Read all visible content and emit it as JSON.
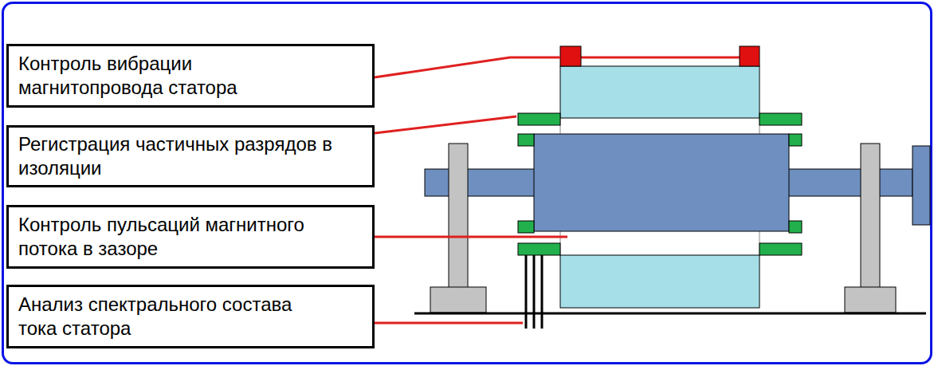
{
  "diagram": {
    "nodes": [
      {
        "text": [
          "Контроль вибрации магнитопровода статора"
        ]
      },
      {
        "text": [
          "Регистрация частичных разрядов в изоляции"
        ]
      },
      {
        "text": [
          "Контроль пульсаций магнитного потока в зазоре"
        ]
      },
      {
        "text": [
          "Анализ спектрального состава тока статора"
        ]
      }
    ]
  }
}
